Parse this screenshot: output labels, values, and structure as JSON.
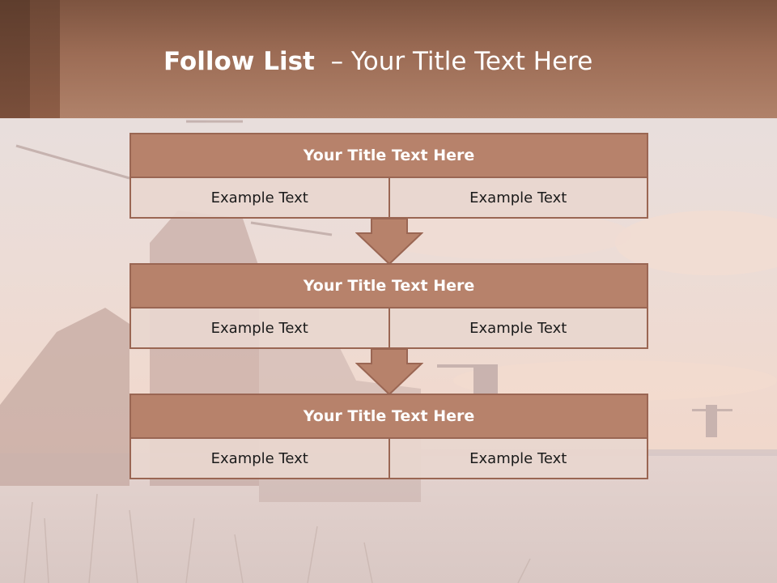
{
  "slide": {
    "title_bold": "Follow List",
    "title_rest": "  – Your Title Text Here"
  },
  "steps": [
    {
      "title": "Your Title Text Here",
      "left": "Example Text",
      "right": "Example Text"
    },
    {
      "title": "Your Title Text Here",
      "left": "Example Text",
      "right": "Example Text"
    },
    {
      "title": "Your Title Text Here",
      "left": "Example Text",
      "right": "Example Text"
    }
  ],
  "colors": {
    "header": "#9c6c55",
    "box_head": "#b7826b",
    "box_border": "#9a6653",
    "cell_fill": "#e8d6cf"
  }
}
